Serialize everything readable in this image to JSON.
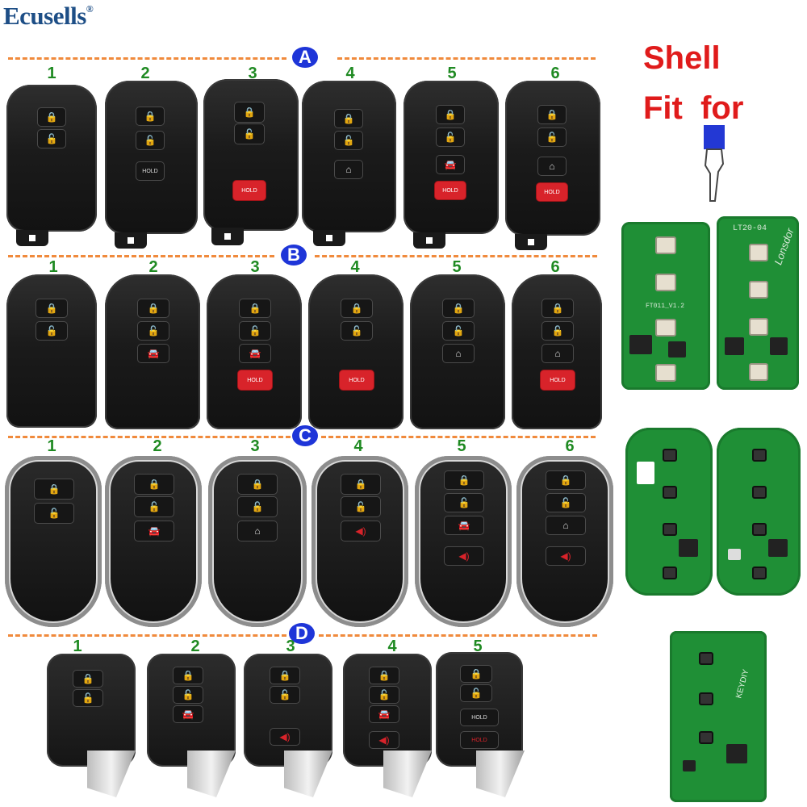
{
  "brand": {
    "name": "Ecusells",
    "mark": "®"
  },
  "sections": [
    {
      "letter": "A",
      "numbers": [
        "1",
        "2",
        "3",
        "4",
        "5",
        "6"
      ]
    },
    {
      "letter": "B",
      "numbers": [
        "1",
        "2",
        "3",
        "4",
        "5",
        "6"
      ]
    },
    {
      "letter": "C",
      "numbers": [
        "1",
        "2",
        "3",
        "4",
        "5",
        "6"
      ]
    },
    {
      "letter": "D",
      "numbers": [
        "1",
        "2",
        "3",
        "4",
        "5"
      ]
    }
  ],
  "caption": {
    "line1": "Shell",
    "line2": "Fit  for"
  },
  "buttons": {
    "hold": "HOLD"
  },
  "pcb": {
    "label1": "LT20-04",
    "label2": "Lonsdor",
    "label3": "FT011_V1.2",
    "label4": "KEYDIY"
  },
  "colors": {
    "accent_red": "#e01b1b",
    "brand_blue": "#1d4e86",
    "dash_orange": "#f08a3c",
    "badge_blue": "#1e35d8",
    "number_green": "#1f8a22",
    "pcb_green": "#1f8f36"
  }
}
